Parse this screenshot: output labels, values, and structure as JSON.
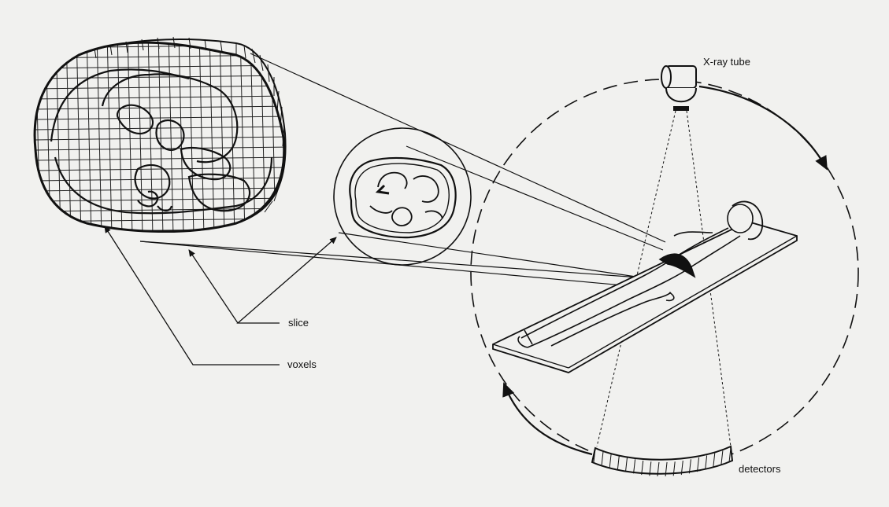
{
  "labels": {
    "xray_tube": "X-ray tube",
    "slice": "slice",
    "voxels": "voxels",
    "detectors": "detectors"
  },
  "colors": {
    "ink": "#111111",
    "paper": "#f1f1ef"
  }
}
